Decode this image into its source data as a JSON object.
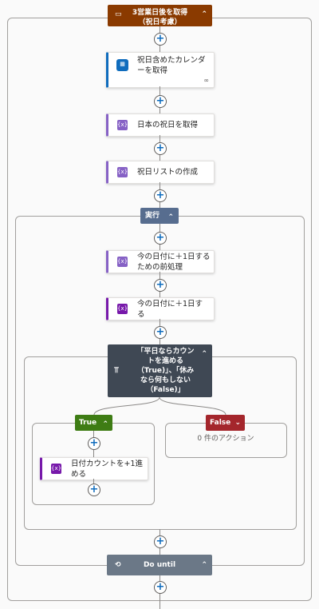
{
  "top_scope": {
    "title_line1": "3営業日後を取得",
    "title_line2": "（祝日考慮）",
    "icon": "scope-icon",
    "color": "#8a3a00"
  },
  "steps": {
    "calendar": {
      "label_line1": "祝日含めたカレンダ",
      "label_line2": "ーを取得",
      "icon": "outlook-calendar-icon",
      "link_icon": "link-icon"
    },
    "get_holidays": {
      "label": "日本の祝日を取得",
      "icon": "variable-icon"
    },
    "holiday_list": {
      "label": "祝日リストの作成",
      "icon": "variable-icon"
    }
  },
  "run_scope": {
    "title": "実行",
    "color": "#576d8f"
  },
  "inner_steps": {
    "preprocess": {
      "label_line1": "今の日付に＋1日する",
      "label_line2": "ための前処理",
      "icon": "variable-icon"
    },
    "add_day": {
      "label": "今の日付に＋1日する",
      "icon": "compose-icon"
    }
  },
  "condition": {
    "line1": "「平日ならカウン",
    "line2": "トを進める",
    "line3": "（True)」、「休み",
    "line4": "なら何もしない",
    "line5": "（False)」",
    "icon": "condition-icon",
    "color": "#3f4854"
  },
  "branches": {
    "true_label": "True",
    "true_color": "#3e7c14",
    "false_label": "False",
    "false_color": "#a4262c",
    "false_empty": "0 件のアクション",
    "true_step_line1": "日付カウントを+1進",
    "true_step_line2": "める"
  },
  "do_until": {
    "title": "Do until",
    "color": "#6b7887"
  },
  "colors": {
    "plus": "#0f6cbd",
    "purple_icon": "#8661c5",
    "compose_icon": "#7719aa",
    "outlook_blue": "#0f6cbd"
  }
}
